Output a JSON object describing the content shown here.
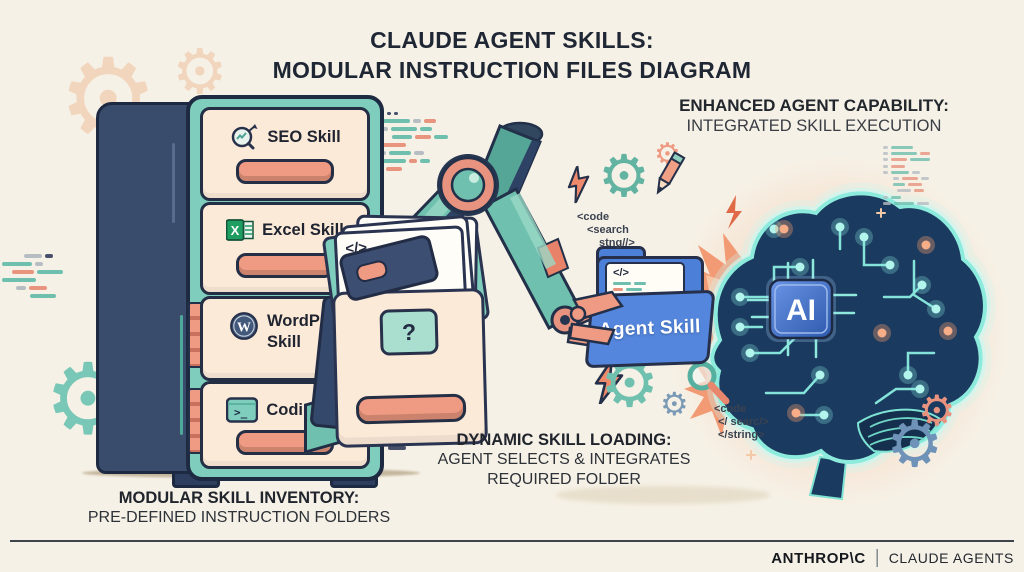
{
  "title": {
    "line1": "CLAUDE AGENT SKILLS:",
    "line2": "MODULAR INSTRUCTION FILES DIAGRAM"
  },
  "capability": {
    "heading": "ENHANCED AGENT CAPABILITY:",
    "subheading": "INTEGRATED SKILL EXECUTION"
  },
  "inventory": {
    "heading": "MODULAR SKILL INVENTORY:",
    "subheading": "PRE-DEFINED INSTRUCTION FOLDERS"
  },
  "loading": {
    "heading": "DYNAMIC SKILL LOADING:",
    "line1": "AGENT SELECTS & INTEGRATES",
    "line2": "REQUIRED FOLDER"
  },
  "cabinet": {
    "drawers": [
      {
        "label": "SEO Skill",
        "icon": "seo-magnifier-icon"
      },
      {
        "label": "Excel Skill",
        "icon": "excel-icon"
      },
      {
        "label": "WordPress Skill",
        "icon": "wordpress-icon"
      },
      {
        "label": "Coding Skill",
        "icon": "terminal-icon"
      }
    ]
  },
  "open_drawer": {
    "label": "?"
  },
  "documents": {
    "code_symbol": "</>"
  },
  "folder": {
    "label": "Agent Skill",
    "doc_symbol": "</>"
  },
  "chip": {
    "label": "AI"
  },
  "annotations": {
    "folder_code": [
      "<code",
      "<search",
      "stng//>"
    ],
    "brain_code": [
      "<code",
      "</ searc/>",
      "</string>"
    ]
  },
  "icons": {
    "excel_letter": "X",
    "wordpress_letter": "W",
    "terminal_glyph": ">_"
  },
  "glyphs": {
    "gear": "⚙"
  },
  "footer": {
    "brand": "ANTHROP\\C",
    "separator": "|",
    "product": "CLAUDE AGENTS"
  },
  "colors": {
    "background": "#f6f1e6",
    "teal": "#7ecdbd",
    "salmon": "#ef9a82",
    "navy": "#33486b",
    "folder_blue": "#5486dd",
    "brain_navy": "#1b3a5f",
    "circuit_cyan": "#8beee0",
    "accent_orange": "#f29a74",
    "cream": "#fcead9"
  }
}
